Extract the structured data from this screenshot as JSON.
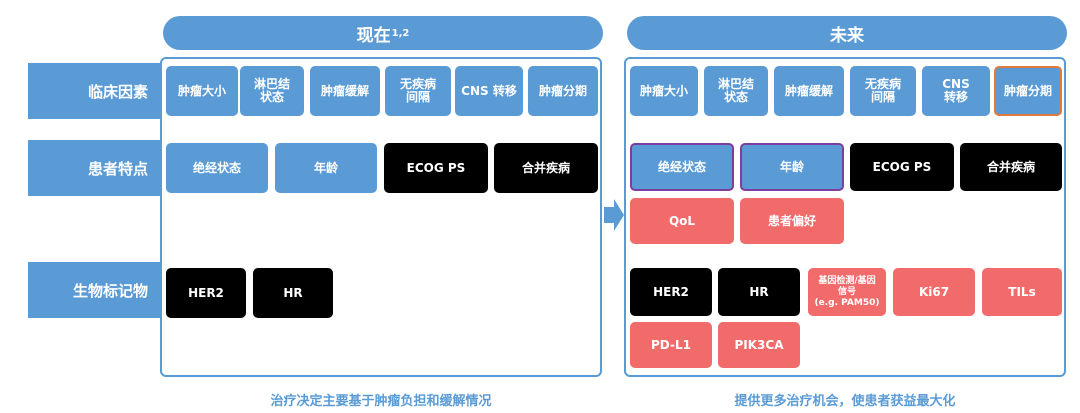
{
  "now": {
    "title": "现在",
    "superscript": "1,2",
    "caption": "治疗决定主要基于肿瘤负担和缓解情况"
  },
  "future": {
    "title": "未来",
    "caption": "提供更多治疗机会，使患者获益最大化"
  },
  "row_labels": {
    "clinical": "临床因素",
    "patient": "患者特点",
    "biomarker": "生物标记物"
  },
  "now_clinical": [
    "肿瘤大小",
    "淋巴结\n状态",
    "肿瘤缓解",
    "无疾病\n间隔",
    "CNS 转移",
    "肿瘤分期"
  ],
  "now_patient": [
    "绝经状态",
    "年龄",
    "ECOG PS",
    "合并疾病"
  ],
  "now_biomarker": [
    "HER2",
    "HR"
  ],
  "future_clinical": [
    "肿瘤大小",
    "淋巴结\n状态",
    "肿瘤缓解",
    "无疾病\n间隔",
    "CNS\n转移",
    "肿瘤分期"
  ],
  "future_patient": [
    "绝经状态",
    "年龄",
    "ECOG PS",
    "合并疾病",
    "QoL",
    "患者偏好"
  ],
  "future_biomarker": [
    "HER2",
    "HR",
    "基因检测/基因\n信号\n(e.g. PAM50)",
    "Ki67",
    "TILs",
    "PD-L1",
    "PIK3CA"
  ],
  "colors": {
    "blue": "#5b9bd5",
    "black": "#000000",
    "red": "#f26b6b",
    "purple_border": "#7a3f9e",
    "orange_border": "#e07a3c"
  }
}
